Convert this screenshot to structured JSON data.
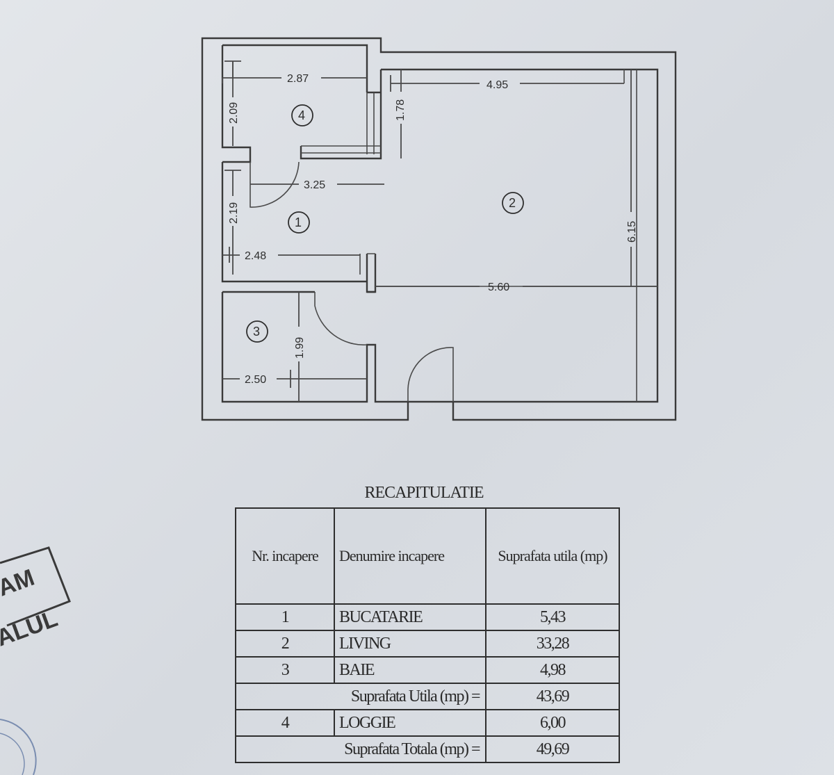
{
  "plan": {
    "dimensions": {
      "d1": "2.87",
      "d2": "4.95",
      "d3": "2.09",
      "d4": "1.78",
      "d5": "3.25",
      "d6": "2.19",
      "d7": "2.48",
      "d8": "6.15",
      "d9": "5.60",
      "d10": "1.99",
      "d11": "2.50"
    },
    "rooms": [
      "1",
      "2",
      "3",
      "4"
    ]
  },
  "summary": {
    "title": "RECAPITULATIE",
    "headers": [
      "Nr. incapere",
      "Denumire incapere",
      "Suprafata utila (mp)"
    ],
    "rows": [
      {
        "nr": "1",
        "name": "BUCATARIE",
        "area": "5,43"
      },
      {
        "nr": "2",
        "name": "LIVING",
        "area": "33,28"
      },
      {
        "nr": "3",
        "name": "BAIE",
        "area": "4,98"
      }
    ],
    "util_label": "Suprafata Utila (mp) =",
    "util_value": "43,69",
    "loggia": {
      "nr": "4",
      "name": "LOGGIE",
      "area": "6,00"
    },
    "total_label": "Suprafata Totala (mp) =",
    "total_value": "49,69"
  },
  "stamp": {
    "line1": "AM",
    "line2": "ALUL"
  }
}
